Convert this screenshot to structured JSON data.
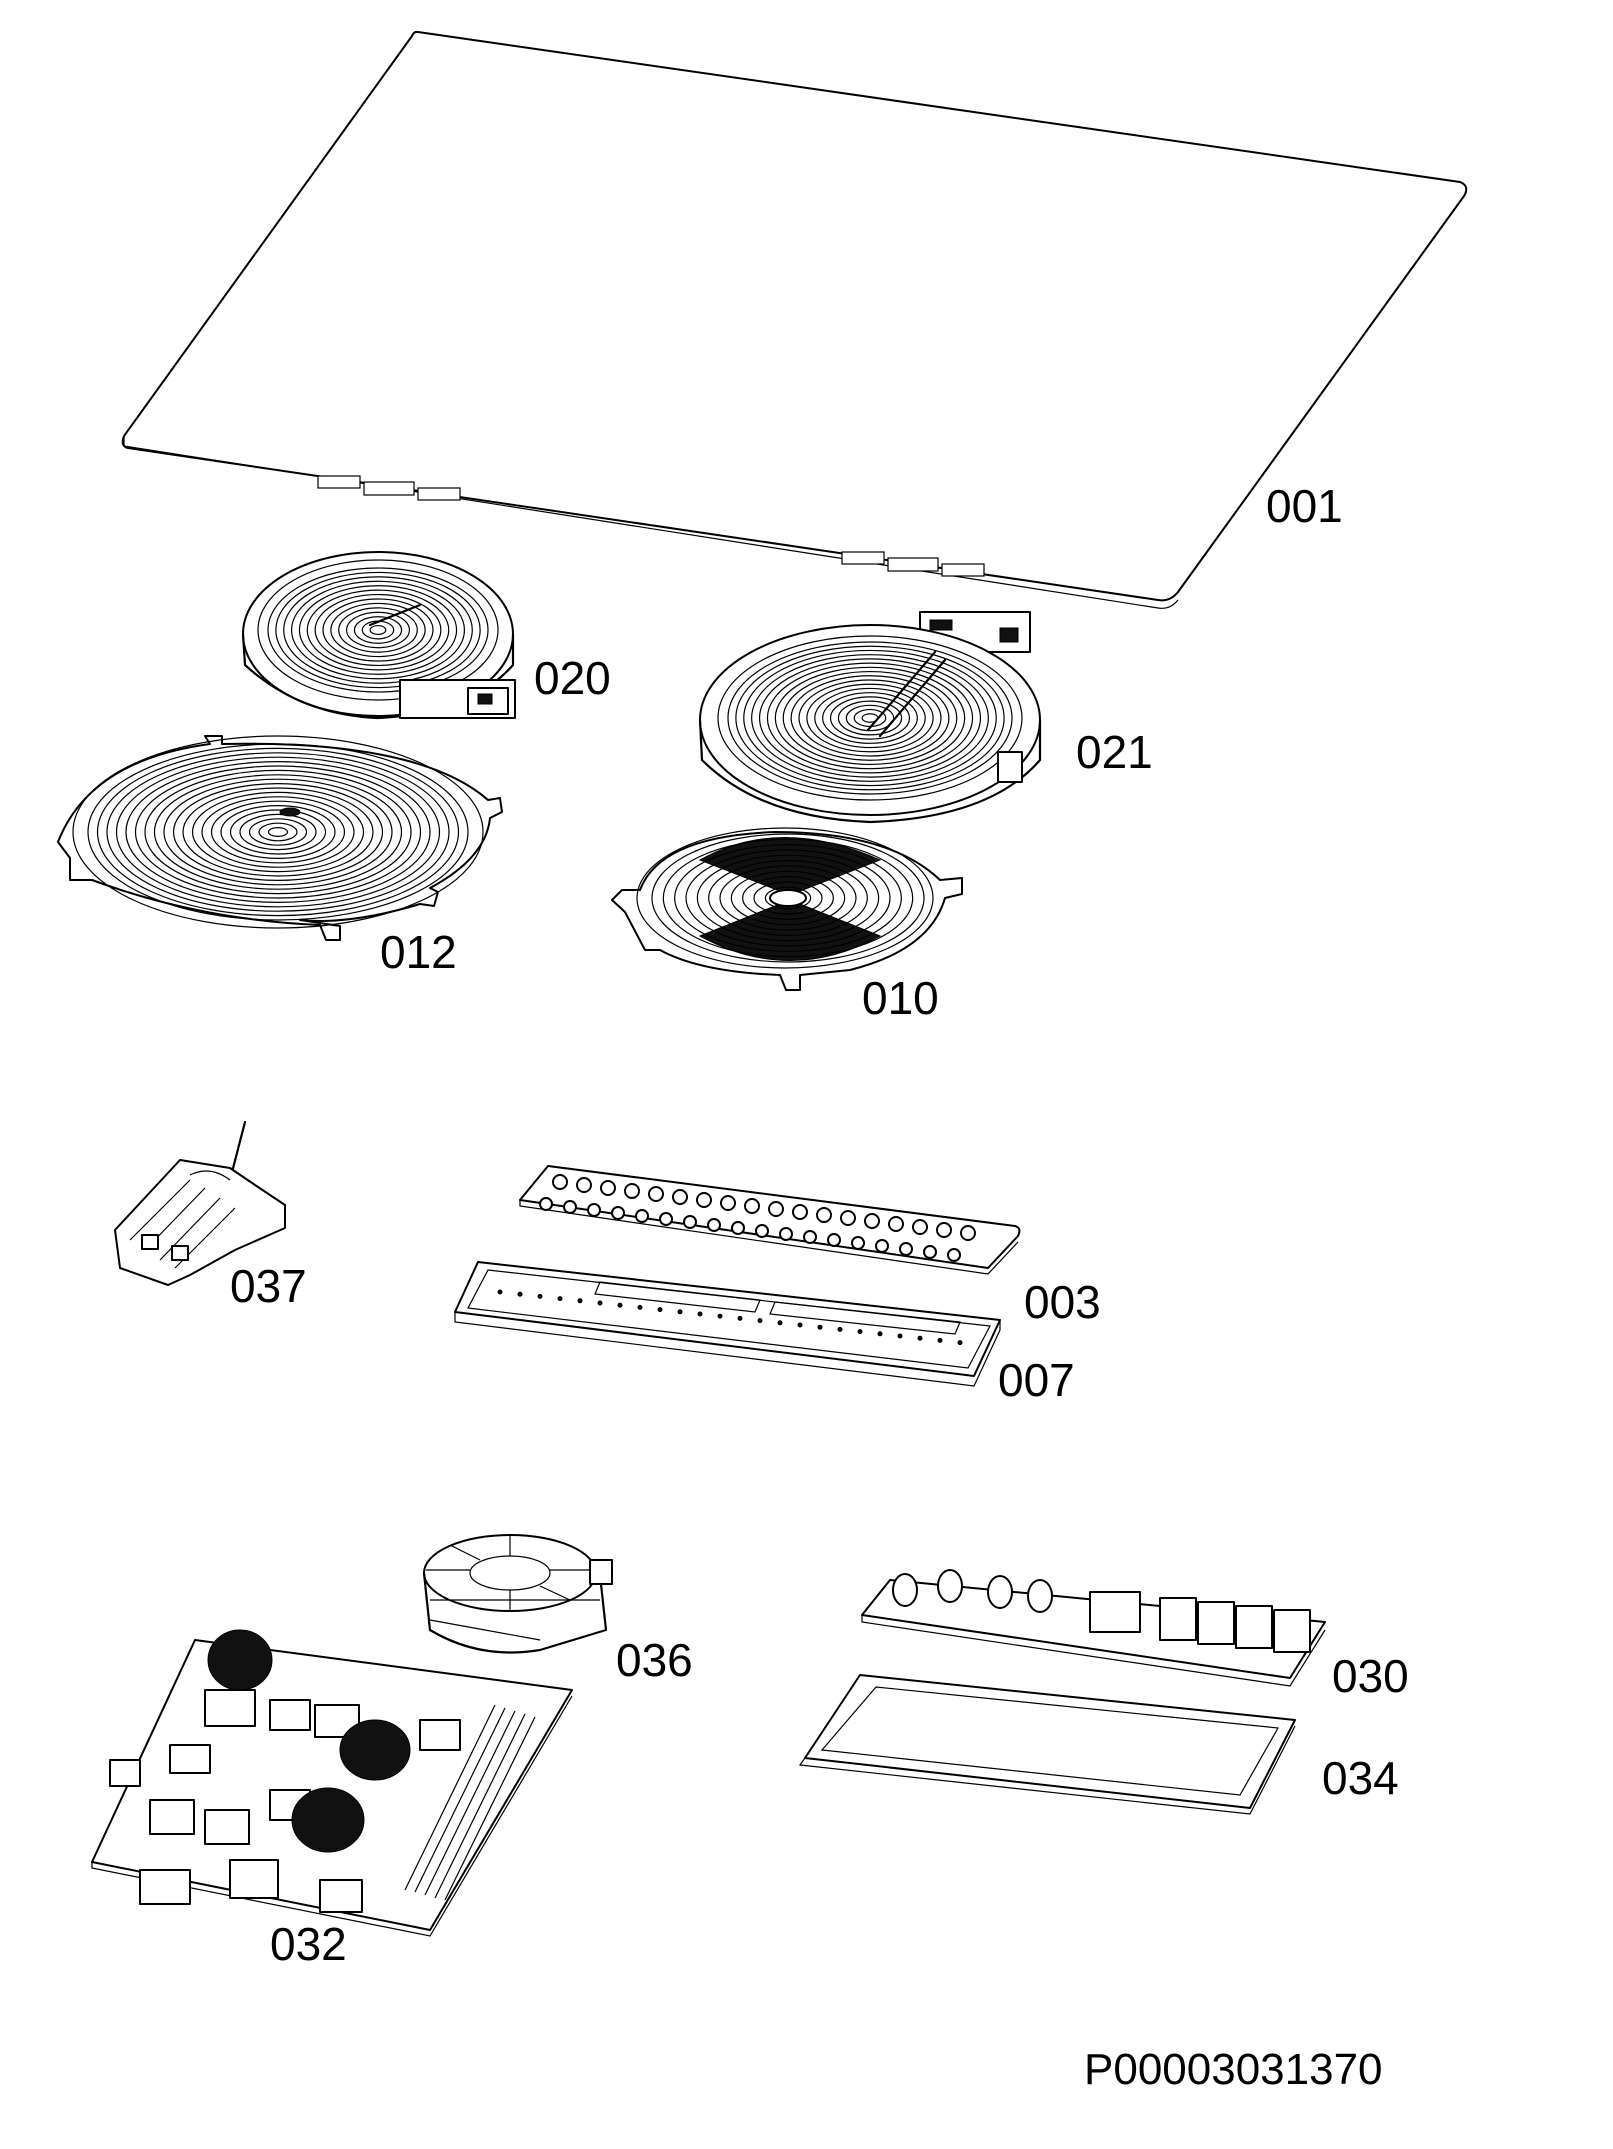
{
  "diagram": {
    "document_code": "P00003031370",
    "parts": [
      {
        "id": "glass-top",
        "label": "001"
      },
      {
        "id": "heater-020",
        "label": "020"
      },
      {
        "id": "heater-021",
        "label": "021"
      },
      {
        "id": "coil-012",
        "label": "012"
      },
      {
        "id": "coil-010",
        "label": "010"
      },
      {
        "id": "terminal-block",
        "label": "037"
      },
      {
        "id": "touch-control-board",
        "label": "003"
      },
      {
        "id": "control-board-housing",
        "label": "007"
      },
      {
        "id": "cooling-fan",
        "label": "036"
      },
      {
        "id": "power-board",
        "label": "032"
      },
      {
        "id": "filter-board",
        "label": "030"
      },
      {
        "id": "filter-board-housing",
        "label": "034"
      }
    ]
  }
}
